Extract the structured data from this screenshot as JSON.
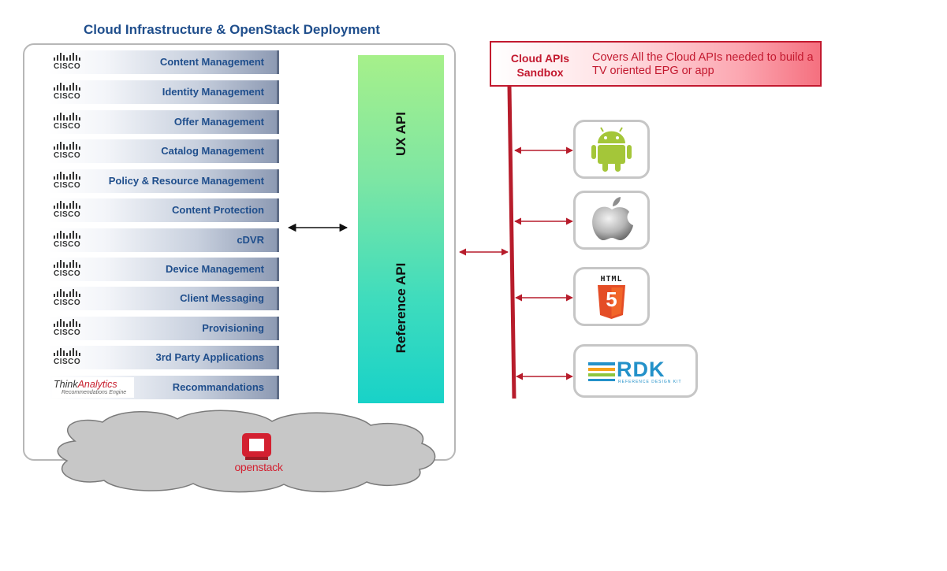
{
  "diagram": {
    "title": "Cloud Infrastructure & OpenStack Deployment",
    "services": [
      {
        "label": "Content Management",
        "logo": "cisco-logo"
      },
      {
        "label": "Identity Management",
        "logo": "cisco-logo"
      },
      {
        "label": "Offer Management",
        "logo": "cisco-logo"
      },
      {
        "label": "Catalog Management",
        "logo": "cisco-logo"
      },
      {
        "label": "Policy & Resource Management",
        "logo": "cisco-logo"
      },
      {
        "label": "Content Protection",
        "logo": "cisco-logo"
      },
      {
        "label": "cDVR",
        "logo": "cisco-logo"
      },
      {
        "label": "Device Management",
        "logo": "cisco-logo"
      },
      {
        "label": "Client Messaging",
        "logo": "cisco-logo"
      },
      {
        "label": "Provisioning",
        "logo": "cisco-logo"
      },
      {
        "label": "3rd Party Applications",
        "logo": "cisco-logo"
      },
      {
        "label": "Recommandations",
        "logo": "thinkanalytics-logo"
      }
    ],
    "logos": {
      "cisco": "CISCO",
      "thinkanalytics_prefix": "Think",
      "thinkanalytics_suffix": "Analytics",
      "thinkanalytics_tagline": "Recommendations Engine"
    },
    "api_layers": {
      "ux": "UX API",
      "reference": "Reference API"
    },
    "sandbox": {
      "title": "Cloud APIs Sandbox",
      "description": "Covers All the Cloud APIs needed to build a TV oriented EPG or app"
    },
    "platforms": [
      {
        "name": "android-icon"
      },
      {
        "name": "apple-icon"
      },
      {
        "name": "html5-icon",
        "label": "HTML",
        "number": "5"
      },
      {
        "name": "rdk-icon",
        "label": "RDK",
        "tagline": "REFERENCE DESIGN KIT"
      }
    ],
    "openstack": {
      "label": "openstack"
    },
    "colors": {
      "title_blue": "#1f4e8c",
      "sandbox_red": "#c3192f",
      "openstack_red": "#d32030",
      "android_green": "#a4c639",
      "html5_orange": "#e44d26",
      "rdk_blue": "#2391c9"
    }
  }
}
